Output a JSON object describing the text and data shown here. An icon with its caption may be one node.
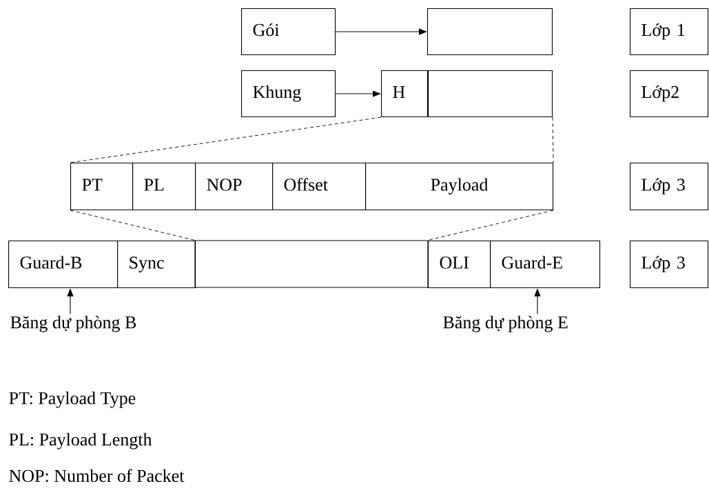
{
  "diagram": {
    "nodes": [
      {
        "text": [
          "Gói"
        ]
      },
      {
        "text": [],
        "shape": "box"
      },
      {
        "text": [
          "Lớp 1"
        ]
      },
      {
        "text": [
          "Khung"
        ]
      },
      {
        "text": [
          "H"
        ]
      },
      {
        "text": [],
        "shape": "box"
      },
      {
        "text": [
          "Lớp2"
        ]
      },
      {
        "text": [
          "PT"
        ]
      },
      {
        "text": [
          "PL"
        ]
      },
      {
        "text": [
          "NOP"
        ]
      },
      {
        "text": [
          "Offset"
        ]
      },
      {
        "text": [
          "Payload"
        ]
      },
      {
        "text": [
          "Lớp 3"
        ]
      },
      {
        "text": [
          "Guard-B"
        ]
      },
      {
        "text": [
          "Sync"
        ]
      },
      {
        "text": [],
        "shape": "box"
      },
      {
        "text": [
          "OLI"
        ]
      },
      {
        "text": [
          "Guard-E"
        ]
      },
      {
        "text": [
          "Lớp 3"
        ]
      },
      {
        "text": [
          "Băng dự phòng B"
        ]
      },
      {
        "text": [
          "Băng dự phòng E"
        ]
      }
    ],
    "edges": [
      {
        "from": 0,
        "to": 1,
        "arrow": "to"
      },
      {
        "from": 3,
        "to": 4,
        "arrow": "to"
      },
      {
        "from": 4,
        "to": 7,
        "arrow": "none",
        "style": "dashed"
      },
      {
        "from": 5,
        "to": 11,
        "arrow": "none",
        "style": "dashed"
      },
      {
        "from": 7,
        "to": 15,
        "arrow": "none",
        "style": "dashed"
      },
      {
        "from": 11,
        "to": 15,
        "arrow": "none",
        "style": "dashed"
      },
      {
        "from": 19,
        "to": 13,
        "arrow": "to"
      },
      {
        "from": 20,
        "to": 17,
        "arrow": "to"
      }
    ],
    "labels": [
      "PT: Payload Type",
      "PL: Payload Length",
      "NOP: Number of Packet"
    ]
  }
}
